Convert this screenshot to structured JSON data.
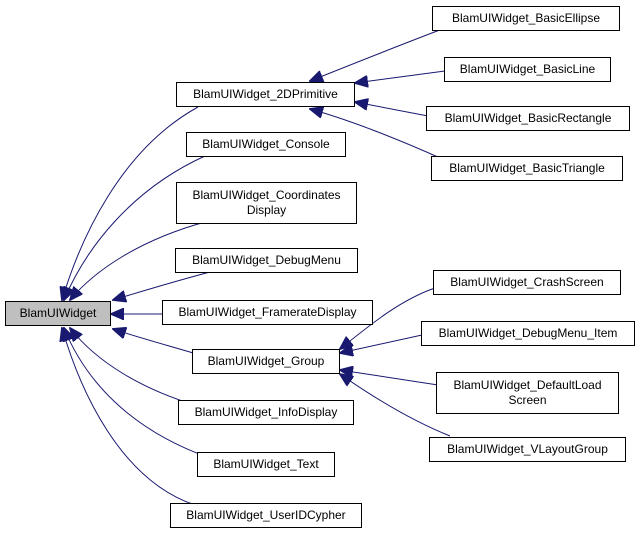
{
  "colors": {
    "edge": "#191970",
    "root_fill": "#bfbfbf",
    "node_fill": "#ffffff",
    "border": "#000000"
  },
  "nodes": {
    "root": "BlamUIWidget",
    "prim2d": "BlamUIWidget_2DPrimitive",
    "console": "BlamUIWidget_Console",
    "coords": "BlamUIWidget_Coordinates\nDisplay",
    "debugmenu": "BlamUIWidget_DebugMenu",
    "framerate": "BlamUIWidget_FramerateDisplay",
    "group": "BlamUIWidget_Group",
    "infodisplay": "BlamUIWidget_InfoDisplay",
    "text": "BlamUIWidget_Text",
    "useridcypher": "BlamUIWidget_UserIDCypher",
    "ellipse": "BlamUIWidget_BasicEllipse",
    "line": "BlamUIWidget_BasicLine",
    "rectangle": "BlamUIWidget_BasicRectangle",
    "triangle": "BlamUIWidget_BasicTriangle",
    "crashscreen": "BlamUIWidget_CrashScreen",
    "debugmenuitem": "BlamUIWidget_DebugMenu_Item",
    "defaultload": "BlamUIWidget_DefaultLoad\nScreen",
    "vlayoutgroup": "BlamUIWidget_VLayoutGroup"
  }
}
